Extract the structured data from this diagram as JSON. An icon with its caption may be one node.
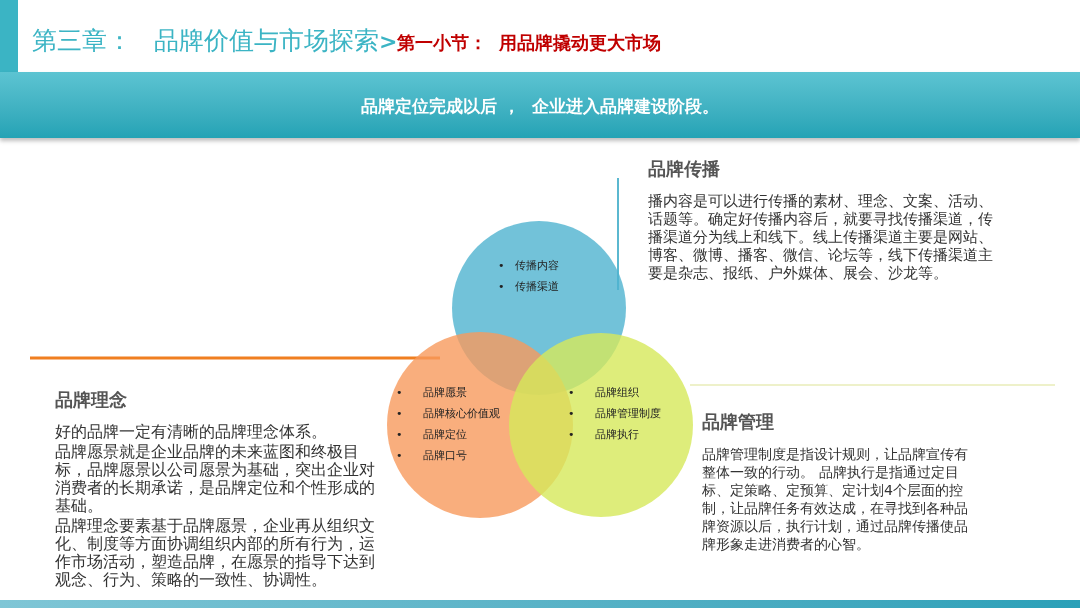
{
  "diagram": {
    "nodes": [
      {
        "text": [
          "•   传播内容",
          "•   传播渠道"
        ]
      },
      {
        "text": [
          "•      品牌愿景",
          "•      品牌核心价值观",
          "•      品牌定位",
          "•      品牌口号"
        ]
      },
      {
        "text": [
          "•      品牌组织",
          "•      品牌管理制度",
          "•      品牌执行"
        ]
      },
      {
        "text": [
          "品牌传播",
          "播内容是可以进行传播的素材、理念、文案、活动、话题等。确定好传播内容后，就要寻找传播渠道，传播渠道分为线上和线下。线上传播渠道主要是网站、博客、微博、播客、微信、论坛等，线下传播渠道主要是杂志、报纸、户外媒体、展会、沙龙等。"
        ]
      },
      {
        "text": [
          "品牌理念",
          "好的品牌一定有清晰的品牌理念体系。",
          "品牌愿景就是企业品牌的未来蓝图和终极目标，品牌愿景以公司愿景为基础，突出企业对消费者的长期承诺，是品牌定位和个性形成的基础。",
          "品牌理念要素基于品牌愿景，企业再从组织文化、制度等方面协调组织内部的所有行为，运作市场活动，塑造品牌，在愿景的指导下达到观念、行为、策略的一致性、协调性。"
        ]
      },
      {
        "text": [
          "品牌管理",
          "品牌管理制度是指设计规则，让品牌宣传有整体一致的行动。 品牌执行是指通过定目标、定策略、定预算、定计划4个层面的控制，让品牌任务有效达成，在寻找到各种品牌资源以后，执行计划，通过品牌传播使品牌形象走进消费者的心智。"
        ]
      }
    ],
    "labels": [
      "第三章：",
      "品牌价值与市场探索",
      ">",
      "第一小节：",
      "用品牌撬动更大市场",
      "品牌定位完成以后 ，  企业进入品牌建设阶段。"
    ]
  }
}
